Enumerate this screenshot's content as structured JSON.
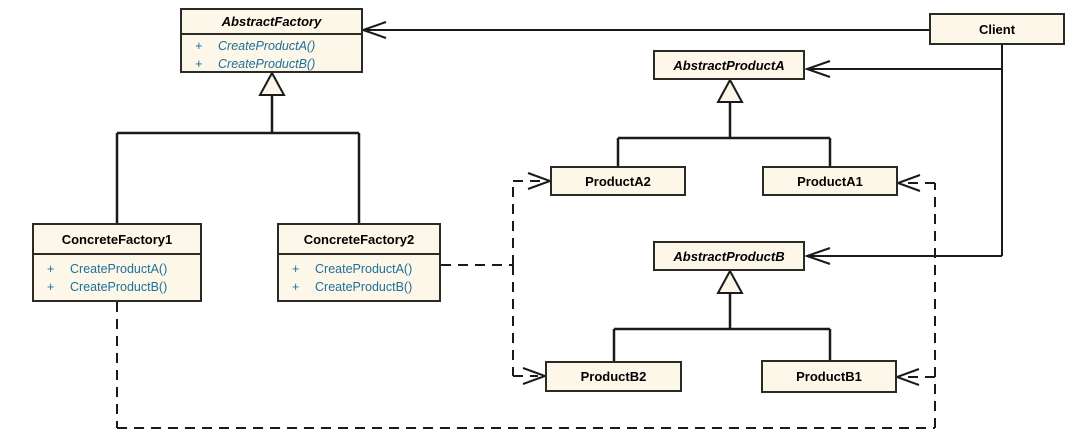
{
  "diagram": {
    "kind": "uml-class-diagram",
    "colors": {
      "box_fill": "#FCF7E8",
      "box_border": "#2B2B26",
      "connector_line": "#1A1A1A",
      "method_text": "#1E6F9B",
      "title_text": "#000000"
    },
    "classes": {
      "abstract_factory": {
        "name": "AbstractFactory",
        "abstract": true,
        "methods": [
          {
            "visibility": "+",
            "signature": "CreateProductA()"
          },
          {
            "visibility": "+",
            "signature": "CreateProductB()"
          }
        ]
      },
      "client": {
        "name": "Client",
        "abstract": false
      },
      "abstract_product_a": {
        "name": "AbstractProductA",
        "abstract": true
      },
      "product_a2": {
        "name": "ProductA2",
        "abstract": false
      },
      "product_a1": {
        "name": "ProductA1",
        "abstract": false
      },
      "concrete_factory1": {
        "name": "ConcreteFactory1",
        "abstract": false,
        "methods": [
          {
            "visibility": "+",
            "signature": "CreateProductA()"
          },
          {
            "visibility": "+",
            "signature": "CreateProductB()"
          }
        ]
      },
      "concrete_factory2": {
        "name": "ConcreteFactory2",
        "abstract": false,
        "methods": [
          {
            "visibility": "+",
            "signature": "CreateProductA()"
          },
          {
            "visibility": "+",
            "signature": "CreateProductB()"
          }
        ]
      },
      "abstract_product_b": {
        "name": "AbstractProductB",
        "abstract": true
      },
      "product_b2": {
        "name": "ProductB2",
        "abstract": false
      },
      "product_b1": {
        "name": "ProductB1",
        "abstract": false
      }
    },
    "connectors": [
      {
        "type": "association",
        "from": "Client",
        "to": "AbstractFactory",
        "style": "solid-open-arrow"
      },
      {
        "type": "association",
        "from": "Client",
        "to": "AbstractProductA",
        "style": "solid-open-arrow"
      },
      {
        "type": "association",
        "from": "Client",
        "to": "AbstractProductB",
        "style": "solid-open-arrow"
      },
      {
        "type": "generalization",
        "from": "ConcreteFactory1",
        "to": "AbstractFactory",
        "style": "solid-hollow-triangle"
      },
      {
        "type": "generalization",
        "from": "ConcreteFactory2",
        "to": "AbstractFactory",
        "style": "solid-hollow-triangle"
      },
      {
        "type": "generalization",
        "from": "ProductA2",
        "to": "AbstractProductA",
        "style": "solid-hollow-triangle"
      },
      {
        "type": "generalization",
        "from": "ProductA1",
        "to": "AbstractProductA",
        "style": "solid-hollow-triangle"
      },
      {
        "type": "generalization",
        "from": "ProductB2",
        "to": "AbstractProductB",
        "style": "solid-hollow-triangle"
      },
      {
        "type": "generalization",
        "from": "ProductB1",
        "to": "AbstractProductB",
        "style": "solid-hollow-triangle"
      },
      {
        "type": "dependency",
        "from": "ConcreteFactory2",
        "to": "ProductA2",
        "style": "dashed-open-arrow"
      },
      {
        "type": "dependency",
        "from": "ConcreteFactory2",
        "to": "ProductB2",
        "style": "dashed-open-arrow"
      },
      {
        "type": "dependency",
        "from": "ConcreteFactory1",
        "to": "ProductA1",
        "style": "dashed-open-arrow"
      },
      {
        "type": "dependency",
        "from": "ConcreteFactory1",
        "to": "ProductB1",
        "style": "dashed-open-arrow"
      }
    ]
  }
}
